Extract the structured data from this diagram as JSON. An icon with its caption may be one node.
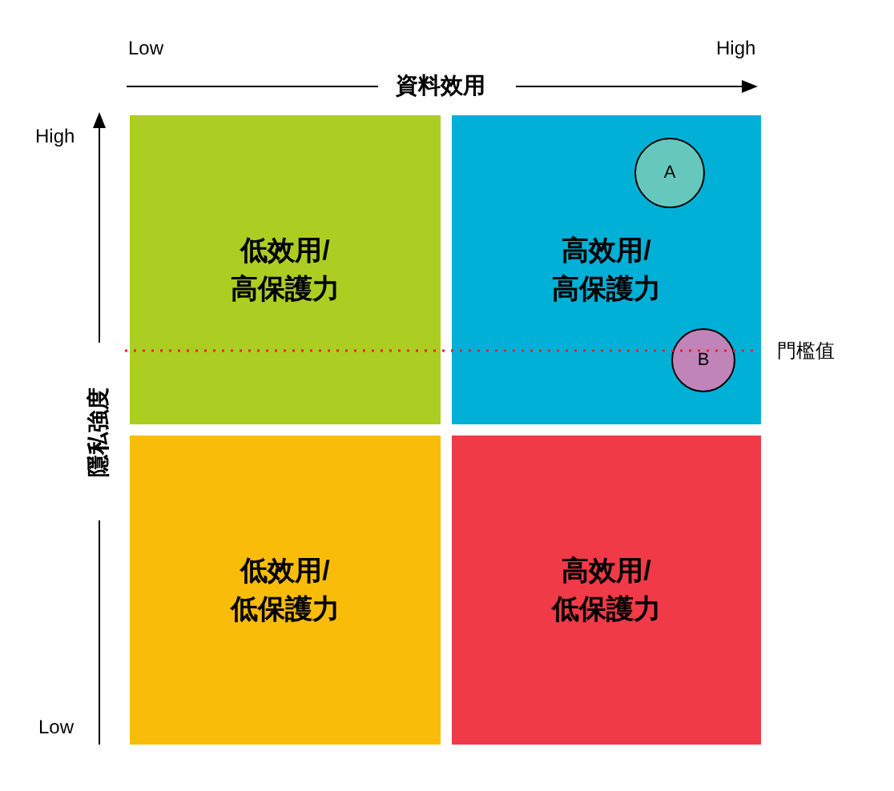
{
  "diagram": {
    "nodes": [
      {
        "text": [
          "低效用/高保護力"
        ]
      },
      {
        "text": [
          "高效用/高保護力"
        ]
      },
      {
        "text": [
          "A"
        ],
        "in": 1
      },
      {
        "text": [
          "B"
        ],
        "in": 1
      },
      {
        "text": [
          "低效用/低保護力"
        ]
      },
      {
        "text": [
          "高效用/低保護力"
        ]
      }
    ],
    "labels": [
      "Low",
      "High",
      "資料效用",
      "High",
      "門檻值",
      "隱私強度",
      "Low"
    ]
  }
}
